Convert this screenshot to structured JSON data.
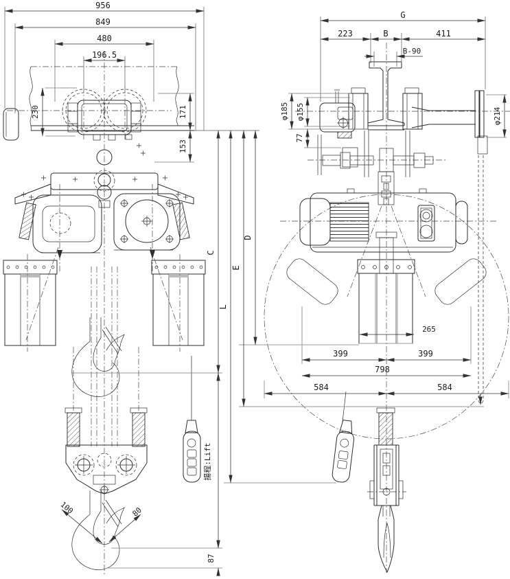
{
  "dims": {
    "front": {
      "w956": "956",
      "w849": "849",
      "w480": "480",
      "w196_5": "196.5",
      "v230": "230",
      "v171": "171",
      "v153": "153",
      "hook100": "100",
      "hook80": "80",
      "v87": "87",
      "lift": "揚程:Lift",
      "C": "C",
      "L": "L",
      "E": "E",
      "D": "D"
    },
    "side": {
      "G": "G",
      "w223": "223",
      "B": "B",
      "w411": "411",
      "b90": "B-90",
      "d185": "φ185",
      "d155": "φ155",
      "v77": "77",
      "d214": "φ214",
      "w265": "265",
      "w399l": "399",
      "w399r": "399",
      "w798": "798",
      "w584l": "584",
      "w584r": "584"
    }
  }
}
